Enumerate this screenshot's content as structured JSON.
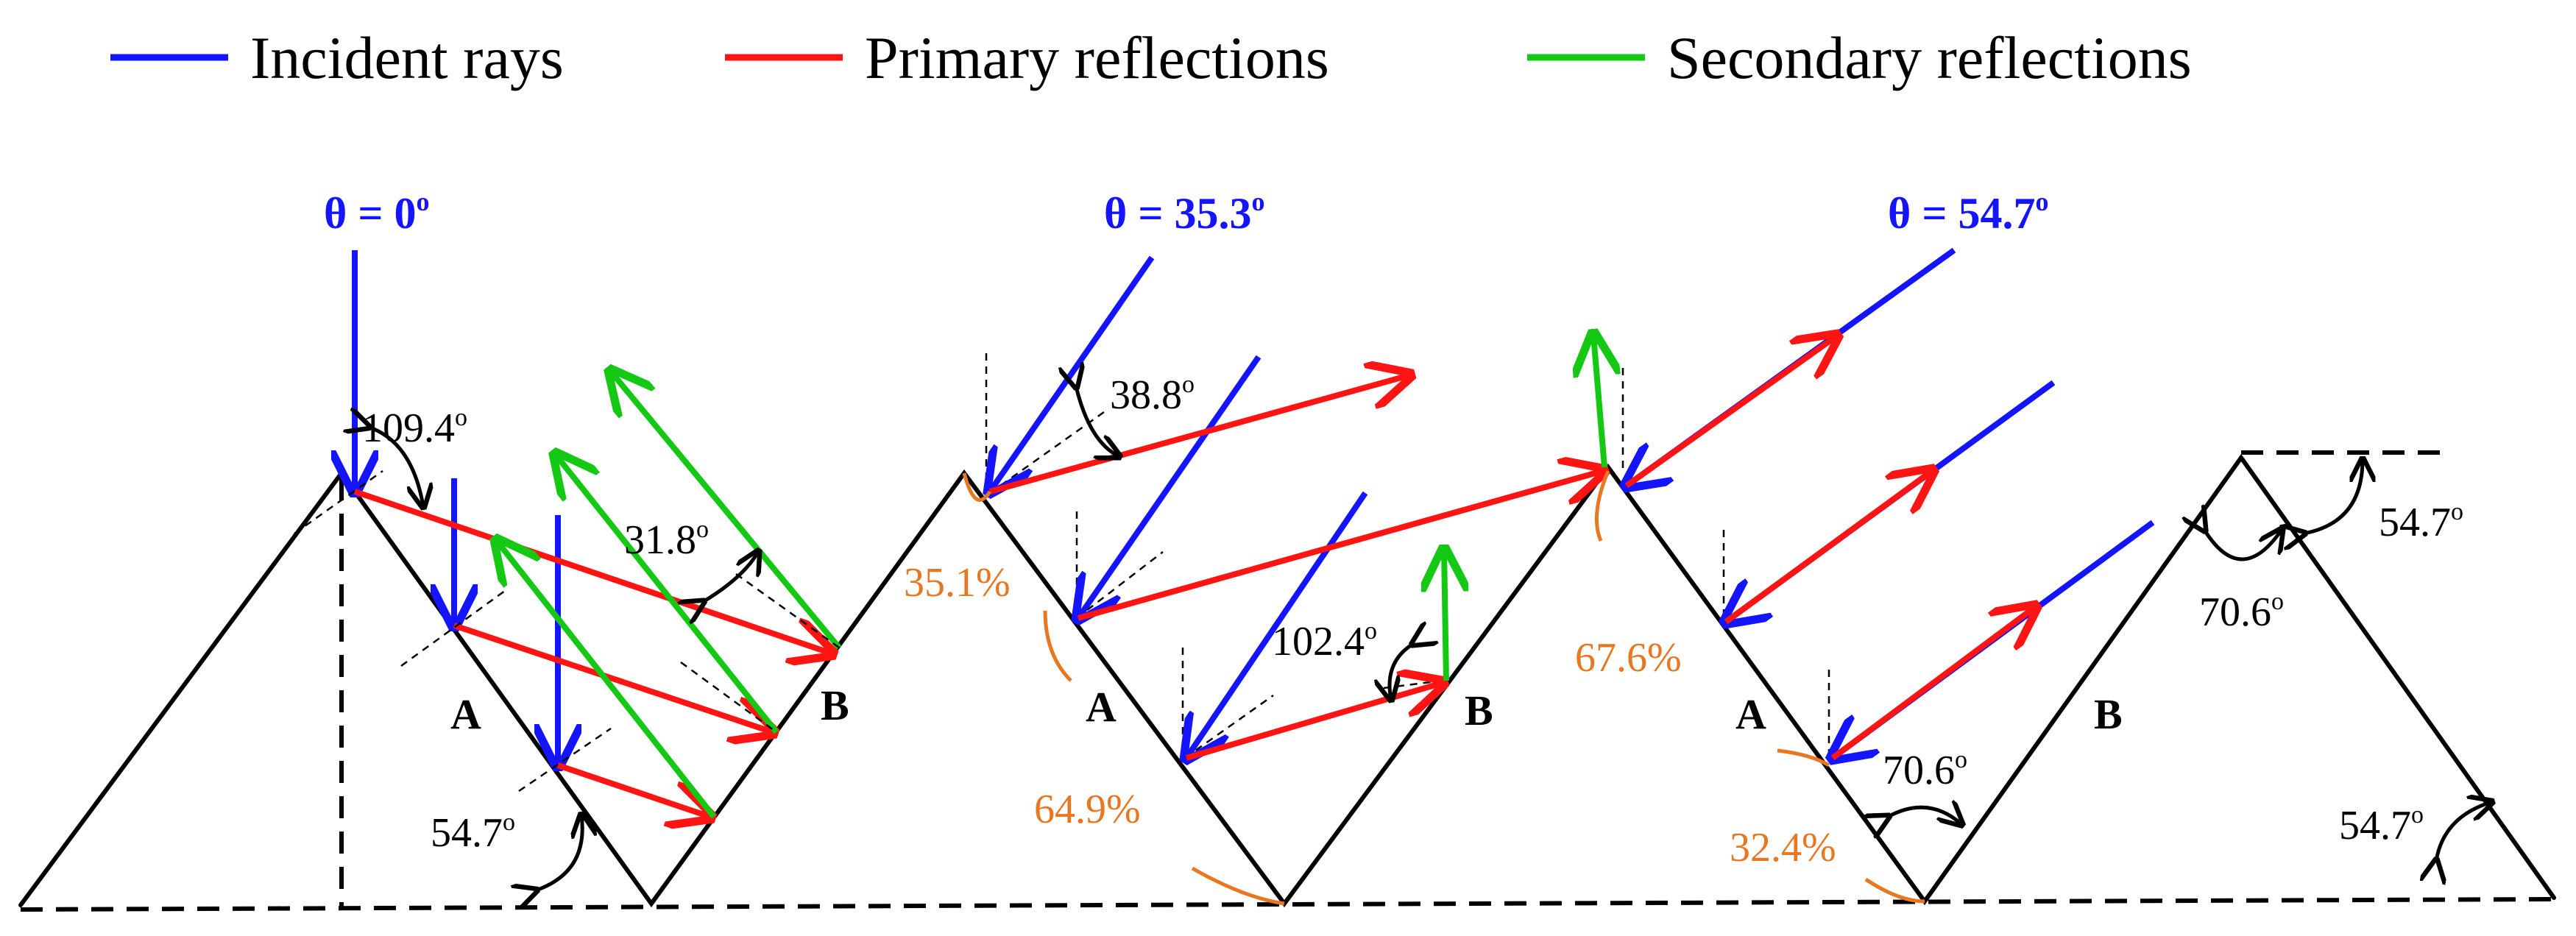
{
  "legend": {
    "incident": "Incident rays",
    "primary": "Primary reflections",
    "secondary": "Secondary reflections"
  },
  "colors": {
    "incident": "#1414ff",
    "primary": "#ff1414",
    "secondary": "#14c814",
    "percent": "#e87722"
  },
  "panels": {
    "p1": {
      "theta": "θ = 0",
      "angle_apex": "109.4",
      "angle_mid": "31.8",
      "angle_base": "54.7",
      "face_a": "A",
      "face_b": "B"
    },
    "p2": {
      "theta": "θ = 35.3",
      "angle_top": "38.8",
      "angle_mid": "102.4",
      "pct_apex": "35.1%",
      "pct_valley": "64.9%",
      "face_a": "A",
      "face_b": "B"
    },
    "p3": {
      "theta": "θ = 54.7",
      "pct_apex": "67.6%",
      "pct_valley": "32.4%",
      "angle_valley": "70.6",
      "face_a": "A",
      "face_b": "B"
    },
    "p4": {
      "angle_apex_left": "70.6",
      "angle_apex_right": "54.7",
      "angle_base": "54.7"
    }
  },
  "degree_symbol": "o"
}
